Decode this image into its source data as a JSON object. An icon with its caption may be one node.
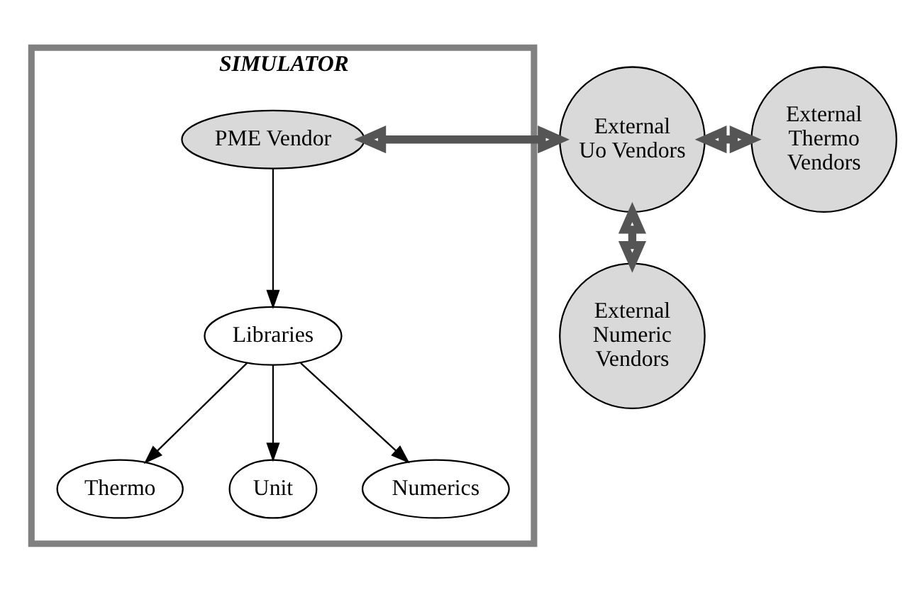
{
  "diagram": {
    "nodes": [
      {
        "text": [
          "SIMULATOR"
        ]
      },
      {
        "text": [
          "PME Vendor"
        ],
        "in": 0
      },
      {
        "text": [
          "Libraries"
        ],
        "in": 0
      },
      {
        "text": [
          "Thermo"
        ],
        "in": 0
      },
      {
        "text": [
          "Unit"
        ],
        "in": 0
      },
      {
        "text": [
          "Numerics"
        ],
        "in": 0
      },
      {
        "text": [
          "External Uo Vendors"
        ]
      },
      {
        "text": [
          "External Thermo Vendors"
        ]
      },
      {
        "text": [
          "External Numeric Vendors"
        ]
      }
    ],
    "edges": [
      {
        "from": 1,
        "to": 2,
        "arrow": "to"
      },
      {
        "from": 2,
        "to": 3,
        "arrow": "to"
      },
      {
        "from": 2,
        "to": 4,
        "arrow": "to"
      },
      {
        "from": 2,
        "to": 5,
        "arrow": "to"
      },
      {
        "from": 1,
        "to": 6,
        "arrow": "both",
        "style": "thick"
      },
      {
        "from": 6,
        "to": 7,
        "arrow": "both",
        "style": "thick"
      },
      {
        "from": 6,
        "to": 8,
        "arrow": "both",
        "style": "thick"
      }
    ]
  }
}
